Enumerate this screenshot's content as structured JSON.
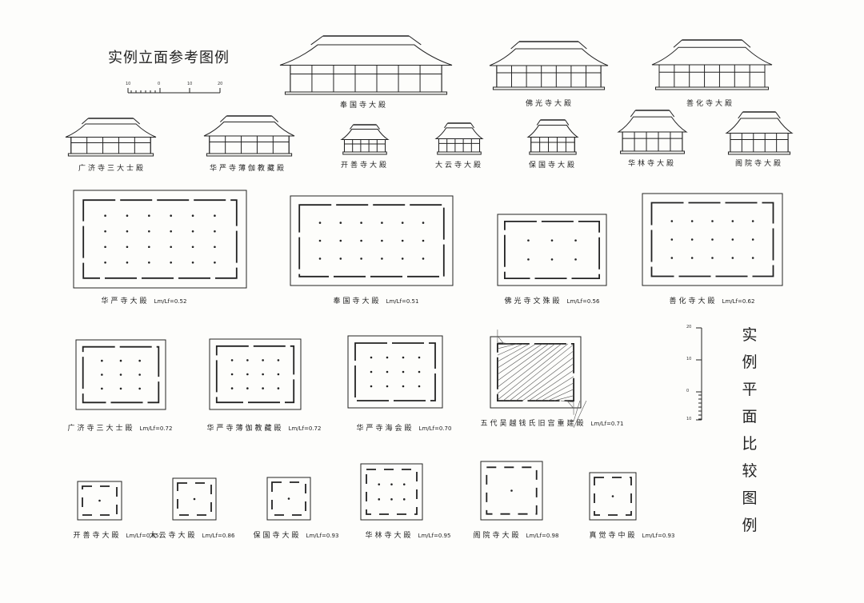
{
  "elevation_title": "实例立面参考图例",
  "elevation_scale_ticks": [
    "10",
    "0",
    "10",
    "20"
  ],
  "plan_title": "实例平面比较图例",
  "plan_scale_ticks": [
    "20",
    "10",
    "0",
    "10"
  ],
  "elevations": [
    {
      "name": "奉国寺大殿"
    },
    {
      "name": "佛光寺大殿"
    },
    {
      "name": "善化寺大殿"
    },
    {
      "name": "广济寺三大士殿"
    },
    {
      "name": "华严寺薄伽教藏殿"
    },
    {
      "name": "开善寺大殿"
    },
    {
      "name": "大云寺大殿"
    },
    {
      "name": "保国寺大殿"
    },
    {
      "name": "华林寺大殿"
    },
    {
      "name": "阁院寺大殿"
    }
  ],
  "plans": [
    {
      "name": "华严寺大殿",
      "ratio": "Lm/Lf=0.52"
    },
    {
      "name": "奉国寺大殿",
      "ratio": "Lm/Lf=0.51"
    },
    {
      "name": "佛光寺文殊殿",
      "ratio": "Lm/Lf=0.56"
    },
    {
      "name": "善化寺大殿",
      "ratio": "Lm/Lf=0.62"
    },
    {
      "name": "广济寺三大士殿",
      "ratio": "Lm/Lf=0.72"
    },
    {
      "name": "华严寺薄伽教藏殿",
      "ratio": "Lm/Lf=0.72"
    },
    {
      "name": "华严寺海会殿",
      "ratio": "Lm/Lf=0.70"
    },
    {
      "name": "五代吴越钱氏旧宫重建殿",
      "ratio": "Lm/Lf=0.71"
    },
    {
      "name": "开善寺大殿",
      "ratio": "Lm/Lf=0.85"
    },
    {
      "name": "大云寺大殿",
      "ratio": "Lm/Lf=0.86"
    },
    {
      "name": "保国寺大殿",
      "ratio": "Lm/Lf=0.93"
    },
    {
      "name": "华林寺大殿",
      "ratio": "Lm/Lf=0.95"
    },
    {
      "name": "阁院寺大殿",
      "ratio": "Lm/Lf=0.98"
    },
    {
      "name": "真觉寺中殿",
      "ratio": "Lm/Lf=0.93"
    }
  ]
}
